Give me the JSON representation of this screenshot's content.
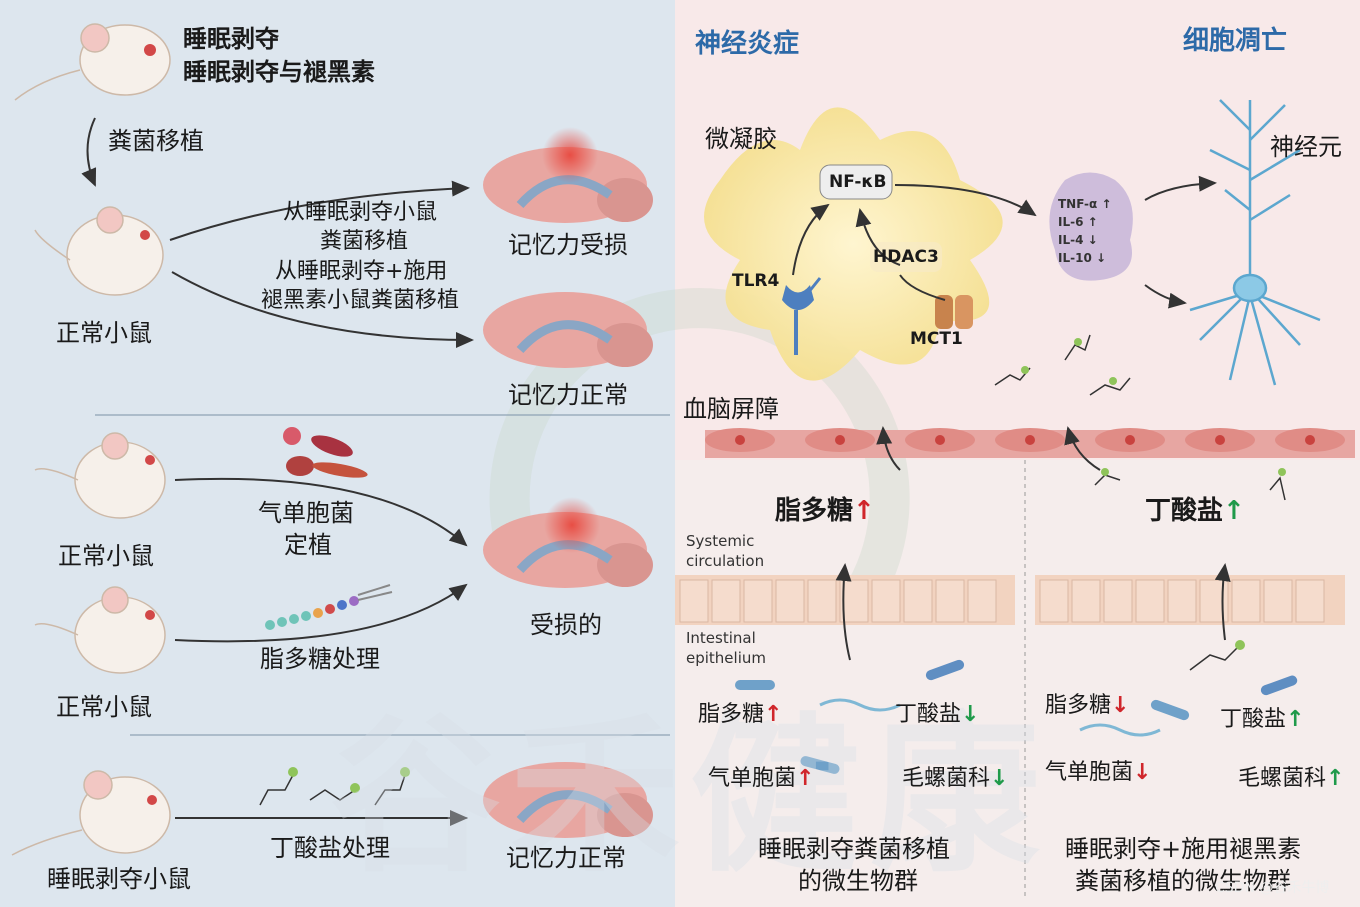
{
  "left": {
    "legend_line1": "睡眠剥夺",
    "legend_line2": "睡眠剥夺与褪黑素",
    "fmt_label": "粪菌移植",
    "normal_mouse_1": "正常小鼠",
    "transfer_line1": "从睡眠剥夺小鼠",
    "transfer_line2": "粪菌移植",
    "transfer_line3": "从睡眠剥夺+施用",
    "transfer_line4": "褪黑素小鼠粪菌移植",
    "memory_impaired": "记忆力受损",
    "memory_normal_1": "记忆力正常",
    "normal_mouse_2": "正常小鼠",
    "aeromonas_line1": "气单胞菌",
    "aeromonas_line2": "定植",
    "impaired": "受损的",
    "normal_mouse_3": "正常小鼠",
    "lps_treatment": "脂多糖处理",
    "sd_mouse": "睡眠剥夺小鼠",
    "butyrate_treatment": "丁酸盐处理",
    "memory_normal_2": "记忆力正常"
  },
  "right": {
    "neuroinflammation": "神经炎症",
    "apoptosis": "细胞凋亡",
    "microglia": "微凝胶",
    "neuron": "神经元",
    "nfkb": "NF-κB",
    "hdac3": "HDAC3",
    "tlr4": "TLR4",
    "mct1": "MCT1",
    "cytokines": [
      "TNF-α ↑",
      "IL-6 ↑",
      "IL-4 ↓",
      "IL-10 ↓"
    ],
    "bbb": "血脑屏障",
    "lps_big": "脂多糖",
    "butyrate_big": "丁酸盐",
    "systemic_line1": "Systemic",
    "systemic_line2": "circulation",
    "epi_line1": "Intestinal",
    "epi_line2": "epithelium",
    "lps_small_left": "脂多糖",
    "butyrate_small_left": "丁酸盐",
    "aeromonas_left": "气单胞菌",
    "spiro_left": "毛螺菌科",
    "caption_left_line1": "睡眠剥夺粪菌移植",
    "caption_left_line2": "的微生物群",
    "lps_small_right": "脂多糖",
    "butyrate_small_right": "丁酸盐",
    "aeromonas_right": "气单胞菌",
    "spiro_right": "毛螺菌科",
    "caption_right_line1": "睡眠剥夺+施用褪黑素",
    "caption_right_line2": "粪菌移植的微生物群",
    "watermark_cn": "谷禾健康",
    "credit": "CSDN @谷禾牛博"
  },
  "arrows": {
    "up": "↑",
    "down": "↓"
  },
  "colors": {
    "left_bg": "#dde6ee",
    "right_bg": "#f8e9e9",
    "title_blue": "#2d6aa8",
    "up_red": "#d0262b",
    "green": "#1f9a4a"
  }
}
